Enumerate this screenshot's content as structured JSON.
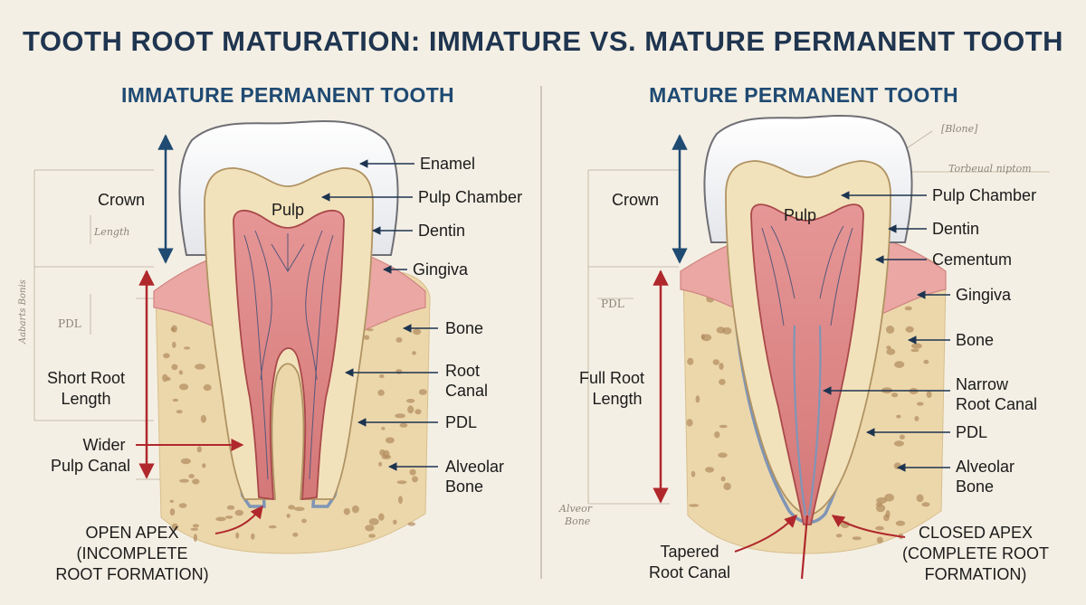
{
  "title": "TOOTH ROOT MATURATION: IMMATURE VS. MATURE PERMANENT TOOTH",
  "panels": {
    "immature": {
      "heading": "IMMATURE PERMANENT TOOTH",
      "labels": {
        "enamel": "Enamel",
        "pulp_chamber": "Pulp Chamber",
        "dentin": "Dentin",
        "gingiva": "Gingiva",
        "bone": "Bone",
        "root_canal_1": "Root",
        "root_canal_2": "Canal",
        "pdl": "PDL",
        "alveolar_1": "Alveolar",
        "alveolar_2": "Bone"
      },
      "pulp": "Pulp",
      "side": {
        "crown": "Crown",
        "root_1": "Short Root",
        "root_2": "Length",
        "canal_1": "Wider",
        "canal_2": "Pulp Canal"
      },
      "apex": [
        "OPEN APEX",
        "(INCOMPLETE",
        "ROOT FORMATION)"
      ],
      "sketch_notes": {
        "length": "Length",
        "pdl": "PDL",
        "vertical": "Aabarts Bonis"
      }
    },
    "mature": {
      "heading": "MATURE PERMANENT TOOTH",
      "labels": {
        "pulp_chamber": "Pulp Chamber",
        "dentin": "Dentin",
        "cementum": "Cementum",
        "gingiva": "Gingiva",
        "bone": "Bone",
        "narrow_1": "Narrow",
        "narrow_2": "Root Canal",
        "pdl": "PDL",
        "alveolar_1": "Alveolar",
        "alveolar_2": "Bone"
      },
      "pulp": "Pulp",
      "side": {
        "crown": "Crown",
        "root_1": "Full Root",
        "root_2": "Length"
      },
      "apex": [
        "CLOSED APEX",
        "(COMPLETE ROOT",
        "FORMATION)"
      ],
      "tapered": [
        "Tapered",
        "Root Canal"
      ],
      "sketch_notes": {
        "blone": "[Blone]",
        "torbeual": "Torbeual niptom",
        "pdl": "PDL",
        "alveor_1": "Alveor",
        "alveor_2": "Bone"
      }
    }
  },
  "colors": {
    "background": "#f4efe4",
    "enamel": "#ffffff",
    "dentin": "#f2e2bb",
    "pulp": "#de8a8a",
    "gingiva": "#eaa7a4",
    "bone": "#ecd7ab",
    "bone_pore": "#b08a5c",
    "arrow_blue": "#1f4a72",
    "arrow_red": "#b0282c"
  }
}
